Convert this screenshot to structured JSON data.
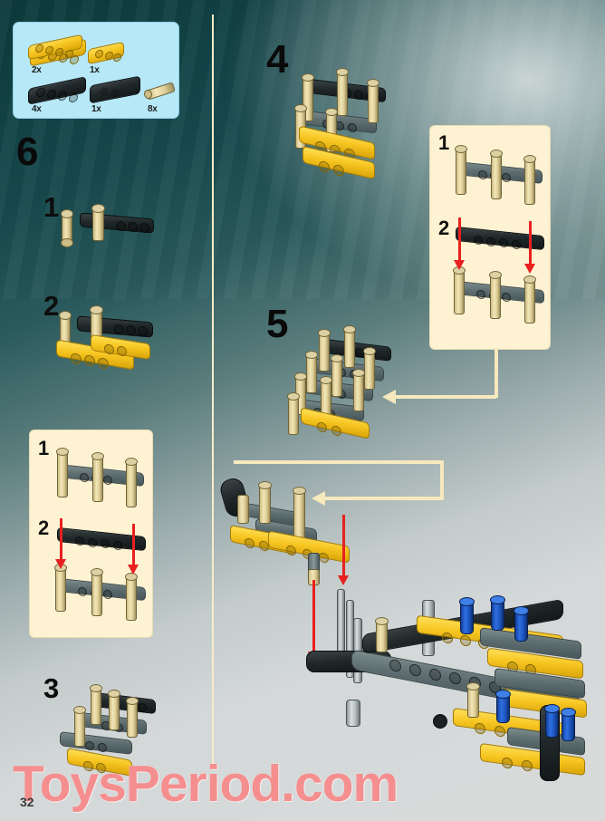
{
  "document": {
    "type": "lego-technic-building-instructions",
    "page_number": "32",
    "watermark": "ToysPeriod.com"
  },
  "parts_list": {
    "items": [
      {
        "name": "yellow-beam-5-long",
        "quantity": "2x",
        "color": "#f7c622"
      },
      {
        "name": "yellow-beam-3-long",
        "quantity": "1x",
        "color": "#f7c622"
      },
      {
        "name": "black-beam-5-long",
        "quantity": "4x",
        "color": "#20282a"
      },
      {
        "name": "black-beam-solid",
        "quantity": "1x",
        "color": "#131819"
      },
      {
        "name": "tan-connector-pin",
        "quantity": "8x",
        "color": "#e2d299"
      }
    ],
    "box_color": "#b6e8f7"
  },
  "steps": {
    "main_left": "6",
    "main_right_top": "4",
    "main_right_mid": "5",
    "sub_left_1": "1",
    "sub_left_2": "2",
    "sub_left_3": "3"
  },
  "insets": {
    "left": {
      "sub_steps": [
        "1",
        "2"
      ],
      "background": "#fdf2d2"
    },
    "right": {
      "sub_steps": [
        "1",
        "2"
      ],
      "background": "#fdf2d2"
    }
  },
  "colors": {
    "background_top": "#0e3a3c",
    "background_bottom": "#d9dbdb",
    "divider": "#f6edc8",
    "callout_arrow": "#f6e9bd",
    "assembly_arrow": "#e8201f",
    "watermark": "#f58e8e",
    "brick_yellow": "#f7c622",
    "brick_black": "#20282a",
    "brick_gray": "#5e6e70",
    "pin_tan": "#e2d299",
    "pin_blue": "#2f6fe0",
    "pin_silver": "#b6bfbf"
  }
}
